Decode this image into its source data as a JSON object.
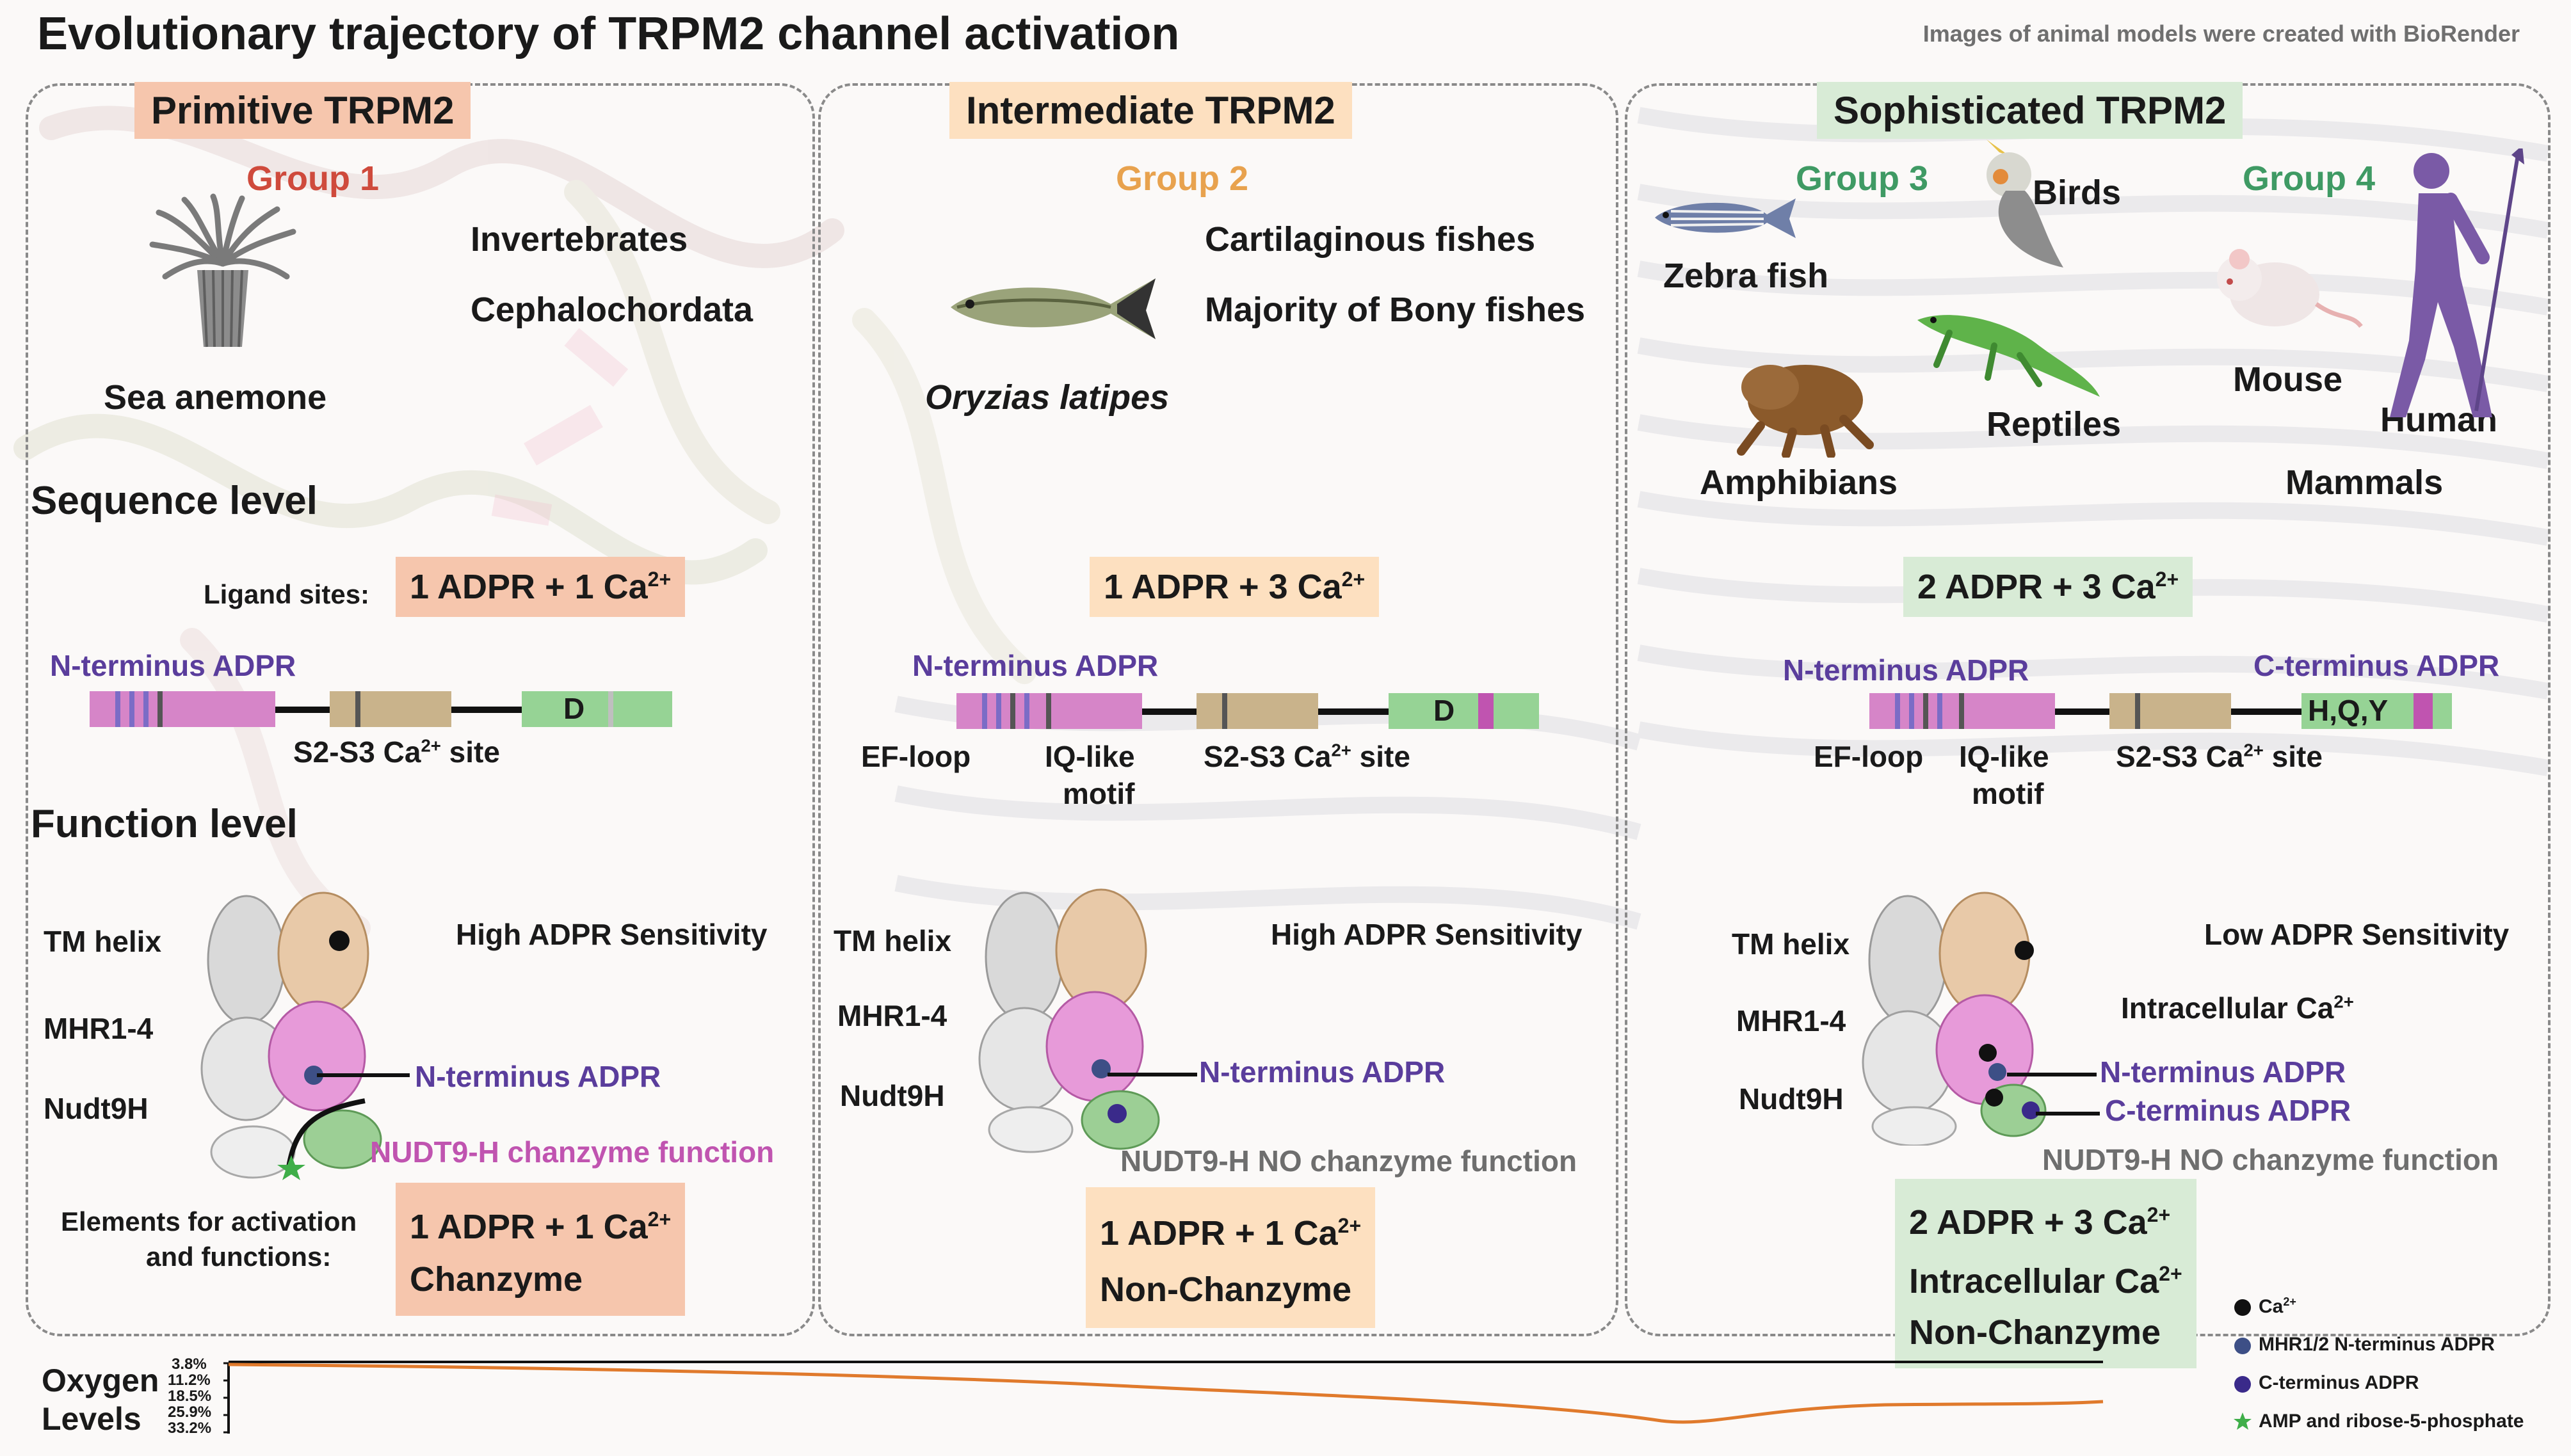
{
  "title": "Evolutionary trajectory of TRPM2 channel activation",
  "credit": "Images of animal models were created with BioRender",
  "sections": {
    "sequence": "Sequence level",
    "function": "Function level"
  },
  "row_labels": {
    "ligand_sites": "Ligand sites:",
    "elements_line1": "Elements for activation",
    "elements_line2": "and functions:"
  },
  "panels": {
    "primitive": {
      "header": "Primitive TRPM2",
      "group": "Group 1",
      "organisms": [
        "Invertebrates",
        "Cephalochordata"
      ],
      "example": "Sea anemone",
      "ligand": "1 ADPR + 1 Ca",
      "ligand_sup": "2+",
      "n_adpr": "N-terminus ADPR",
      "s2s3": "S2-S3 Ca",
      "s2s3_sup": "2+",
      "s2s3_suffix": " site",
      "domain_letter": "D",
      "sensitivity": "High ADPR Sensitivity",
      "struct_nadpr": "N-terminus ADPR",
      "nudt9h": "NUDT9-H chanzyme function",
      "elem_line1": "1 ADPR + 1 Ca",
      "elem_sup": "2+",
      "elem_line2": "Chanzyme",
      "tm_helix": "TM helix",
      "mhr": "MHR1-4",
      "nudt": "Nudt9H"
    },
    "intermediate": {
      "header": "Intermediate TRPM2",
      "group": "Group 2",
      "organisms": [
        "Cartilaginous fishes",
        "Majority of Bony fishes"
      ],
      "example": "Oryzias latipes",
      "ligand": "1 ADPR + 3 Ca",
      "ligand_sup": "2+",
      "n_adpr": "N-terminus ADPR",
      "ef_loop": "EF-loop",
      "iq_1": "IQ-like",
      "iq_2": "motif",
      "s2s3": "S2-S3 Ca",
      "s2s3_sup": "2+",
      "s2s3_suffix": " site",
      "domain_letter": "D",
      "sensitivity": "High ADPR Sensitivity",
      "struct_nadpr": "N-terminus ADPR",
      "nudt9h": "NUDT9-H NO chanzyme function",
      "elem_line1": "1 ADPR + 1 Ca",
      "elem_sup": "2+",
      "elem_line2": "Non-Chanzyme",
      "tm_helix": "TM helix",
      "mhr": "MHR1-4",
      "nudt": "Nudt9H"
    },
    "sophisticated": {
      "header": "Sophisticated TRPM2",
      "group3": "Group 3",
      "group4": "Group 4",
      "animals": {
        "zebrafish": "Zebra fish",
        "birds": "Birds",
        "amphibians": "Amphibians",
        "reptiles": "Reptiles",
        "mouse": "Mouse",
        "human": "Human",
        "mammals": "Mammals"
      },
      "ligand": "2 ADPR + 3 Ca",
      "ligand_sup": "2+",
      "n_adpr": "N-terminus ADPR",
      "c_adpr": "C-terminus ADPR",
      "c_residues": "H,Q,Y",
      "ef_loop": "EF-loop",
      "iq_1": "IQ-like",
      "iq_2": "motif",
      "s2s3": "S2-S3 Ca",
      "s2s3_sup": "2+",
      "s2s3_suffix": " site",
      "sensitivity": "Low ADPR Sensitivity",
      "intra_ca": "Intracellular Ca",
      "intra_sup": "2+",
      "struct_nadpr": "N-terminus ADPR",
      "struct_cadpr": "C-terminus ADPR",
      "nudt9h": "NUDT9-H NO chanzyme function",
      "elem_line1": "2 ADPR + 3 Ca",
      "elem_sup": "2+",
      "elem_line2": "Intracellular Ca",
      "elem_line2_sup": "2+",
      "elem_line3": "Non-Chanzyme",
      "tm_helix": "TM helix",
      "mhr": "MHR1-4",
      "nudt": "Nudt9H"
    }
  },
  "legend": [
    {
      "label": "Ca",
      "sup": "2+",
      "color": "#111111",
      "shape": "dot"
    },
    {
      "label": "MHR1/2 N-terminus ADPR",
      "sup": "",
      "color": "#3d4f86",
      "shape": "dot"
    },
    {
      "label": "C-terminus ADPR",
      "sup": "",
      "color": "#3a2a8a",
      "shape": "dot"
    },
    {
      "label": "AMP and ribose-5-phosphate",
      "sup": "",
      "color": "#3fae49",
      "shape": "star"
    }
  ],
  "oxygen": {
    "label_1": "Oxygen",
    "label_2": "Levels",
    "ticks": [
      "3.8%",
      "11.2%",
      "18.5%",
      "25.9%",
      "33.2%"
    ],
    "line_color": "#e07a2c"
  },
  "colors": {
    "primitive": "#f6c6ad",
    "intermediate": "#fde0c0",
    "sophisticated": "#d8ebd6",
    "group1": "#cf4a3c",
    "group2": "#e8a24e",
    "group34": "#3f9a64",
    "purple": "#5a3d9c",
    "pink": "#c054b0",
    "ca_dot": "#111111"
  }
}
